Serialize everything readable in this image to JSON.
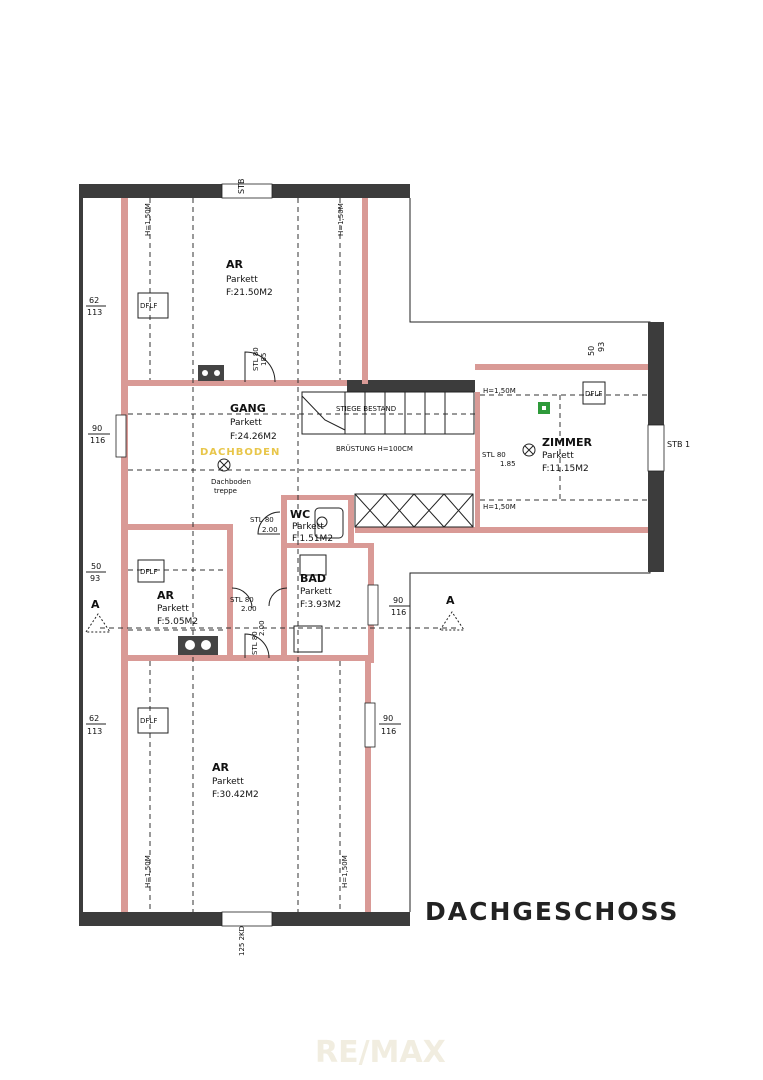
{
  "plan": {
    "title": "DACHGESCHOSS",
    "watermark": "RE/MAX",
    "center_label": "DACHBODEN",
    "rooms": {
      "ar_top": {
        "name": "AR",
        "floor": "Parkett",
        "area": "F:21.50M2"
      },
      "gang": {
        "name": "GANG",
        "floor": "Parkett",
        "area": "F:24.26M2"
      },
      "zimmer": {
        "name": "ZIMMER",
        "floor": "Parkett",
        "area": "F:11.15M2"
      },
      "wc": {
        "name": "WC",
        "floor": "Parkett",
        "area": "F:1.51M2"
      },
      "bad": {
        "name": "BAD",
        "floor": "Parkett",
        "area": "F:3.93M2"
      },
      "ar_mid": {
        "name": "AR",
        "floor": "Parkett",
        "area": "F:5.05M2"
      },
      "ar_bottom": {
        "name": "AR",
        "floor": "Parkett",
        "area": "F:30.42M2"
      }
    },
    "labels": {
      "stb_top": "STB",
      "stb_right": "STB 1",
      "stb_bottom": "125 2KD",
      "stiege": "STIEGE BESTAND",
      "brustung": "BRÜSTUNG H=100CM",
      "dachboden_treppe_1": "Dachboden",
      "dachboden_treppe_2": "treppe",
      "h150_a": "H=1,50M",
      "h150_b": "H=1,50M",
      "h150_c": "H=1,50M",
      "h150_d": "H=1,50M",
      "h150_e": "H=1,50M",
      "h150_f": "H=1,50M",
      "dflf": "DFLF",
      "dflf2": "DFLF",
      "dflf3": "DFLF",
      "dflf4": "DFLF",
      "section_a": "A",
      "section_a2": "A"
    },
    "door_labels": {
      "stl_top_1": "STL 80",
      "stl_top_2": "185",
      "stl_zim_1": "STL 80",
      "stl_zim_2": "1.85",
      "stl_wc_1": "STL 80",
      "stl_wc_2": "2.00",
      "stl_ar_1": "STL 80",
      "stl_ar_2": "2.00",
      "stl_bad_1": "STL 80",
      "stl_bad_2": "2.00"
    },
    "windows": {
      "w1_top": "62",
      "w1_bot": "113",
      "w2_top": "90",
      "w2_bot": "116",
      "w3_top": "50",
      "w3_bot": "93",
      "w4_top": "62",
      "w4_bot": "113",
      "w5_top": "90",
      "w5_bot": "116",
      "w6_top": "90",
      "w6_bot": "116",
      "w7_top": "50",
      "w7_bot": "93"
    }
  }
}
